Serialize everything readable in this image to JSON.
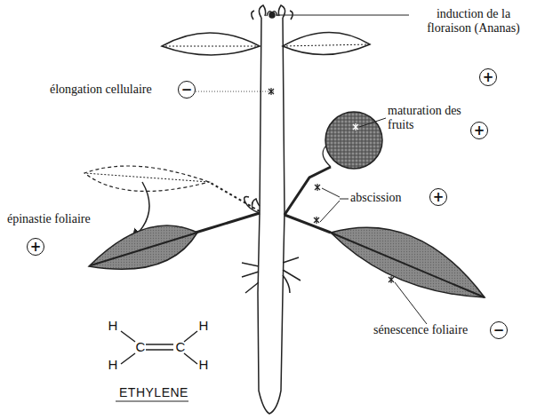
{
  "diagram": {
    "nodes": [
      {
        "text": [
          "+"
        ]
      },
      {
        "text": [
          "−"
        ]
      },
      {
        "text": [
          "+"
        ]
      },
      {
        "text": [
          "+"
        ]
      },
      {
        "text": [
          "+"
        ]
      },
      {
        "text": [
          "−"
        ]
      }
    ],
    "labels": [
      "induction de la floraison (Ananas)",
      "élongation cellulaire",
      "maturation des fruits",
      "abscission",
      "épinastie foliaire",
      "sénescence foliaire",
      "H",
      "H",
      "H",
      "H",
      "C",
      "C",
      "ETHYLENE"
    ]
  }
}
